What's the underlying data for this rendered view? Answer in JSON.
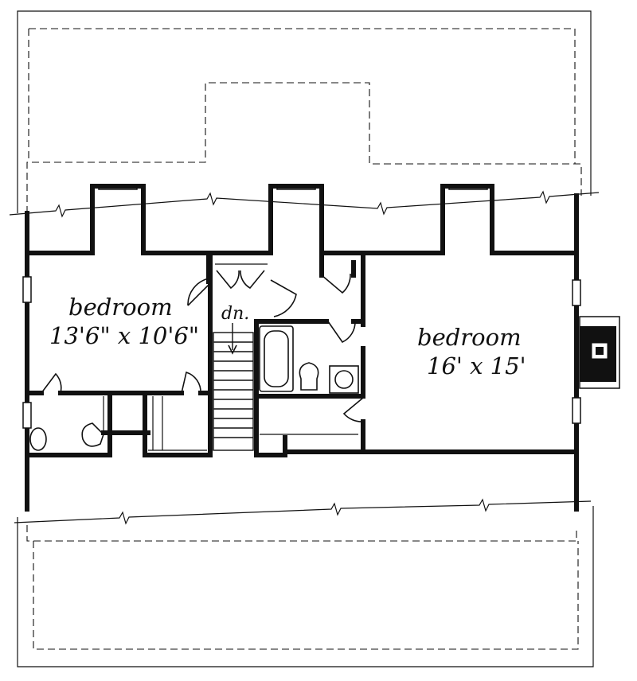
{
  "plan": {
    "ink": "#111111",
    "background": "#ffffff",
    "rooms": [
      {
        "name": "bedroom",
        "dimensions": "13'6\" x 10'6\""
      },
      {
        "name": "bedroom",
        "dimensions": "16' x 15'"
      }
    ],
    "stair_label": "dn."
  }
}
